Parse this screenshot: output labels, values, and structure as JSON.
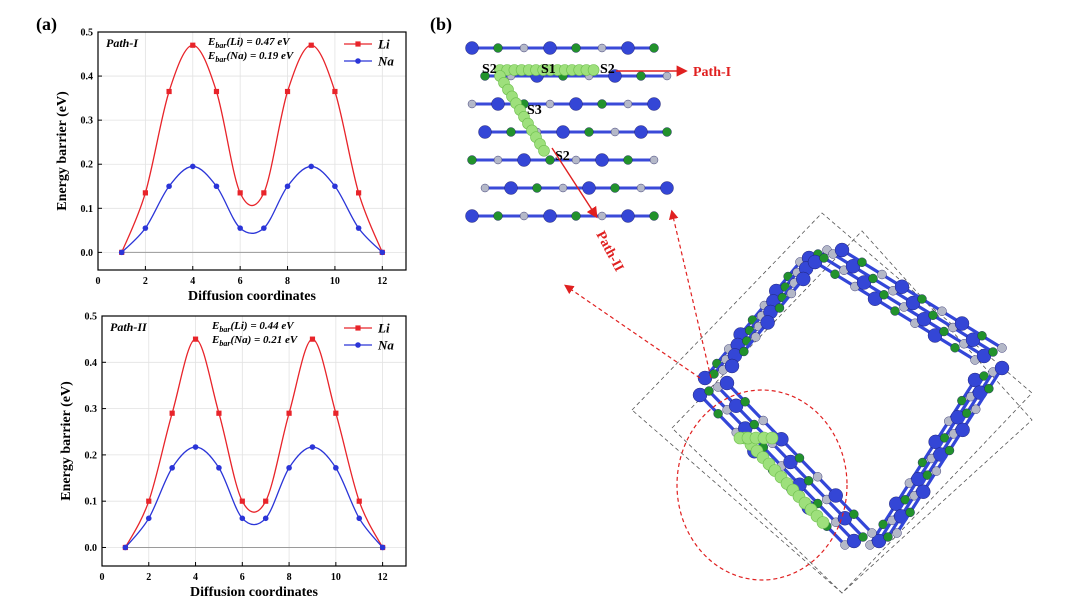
{
  "panels": {
    "a_label": "(a)",
    "b_label": "(b)"
  },
  "colors": {
    "li": "#e8242a",
    "na": "#2b35d8",
    "arrow": "#e02020",
    "b_atom": "#3446d6",
    "n_atom": "#22922c",
    "c_atom": "#b4b8c8",
    "ion": "#9ee07c"
  },
  "chart_data": [
    {
      "type": "line",
      "tag": "Path-I",
      "annotation_li": "E_bar(Li) = 0.47 eV",
      "annotation_na": "E_bar(Na) = 0.19 eV",
      "xlabel": "Diffusion coordinates",
      "ylabel": "Energy barrier (eV)",
      "xlim": [
        0,
        13
      ],
      "ylim": [
        -0.04,
        0.5
      ],
      "xticks": [
        0,
        2,
        4,
        6,
        8,
        10,
        12
      ],
      "yticks": [
        0.0,
        0.1,
        0.2,
        0.3,
        0.4,
        0.5
      ],
      "grid": true,
      "legend": "top-right",
      "x": [
        1,
        2,
        3,
        4,
        5,
        6,
        7,
        8,
        9,
        10,
        11,
        12
      ],
      "series": [
        {
          "name": "Li",
          "values": [
            0.0,
            0.135,
            0.365,
            0.47,
            0.365,
            0.135,
            0.135,
            0.365,
            0.47,
            0.365,
            0.135,
            0.0
          ]
        },
        {
          "name": "Na",
          "values": [
            0.0,
            0.055,
            0.15,
            0.195,
            0.15,
            0.055,
            0.055,
            0.15,
            0.195,
            0.15,
            0.055,
            0.0
          ]
        }
      ]
    },
    {
      "type": "line",
      "tag": "Path-II",
      "annotation_li": "E_bar(Li) = 0.44 eV",
      "annotation_na": "E_bar(Na) = 0.21 eV",
      "xlabel": "Diffusion coordinates",
      "ylabel": "Energy barrier (eV)",
      "xlim": [
        0,
        13
      ],
      "ylim": [
        -0.04,
        0.5
      ],
      "xticks": [
        0,
        2,
        4,
        6,
        8,
        10,
        12
      ],
      "yticks": [
        0.0,
        0.1,
        0.2,
        0.3,
        0.4,
        0.5
      ],
      "grid": true,
      "legend": "top-right",
      "x": [
        1,
        2,
        3,
        4,
        5,
        6,
        7,
        8,
        9,
        10,
        11,
        12
      ],
      "series": [
        {
          "name": "Li",
          "values": [
            0.0,
            0.1,
            0.29,
            0.45,
            0.29,
            0.1,
            0.1,
            0.29,
            0.45,
            0.29,
            0.1,
            0.0
          ]
        },
        {
          "name": "Na",
          "values": [
            0.0,
            0.063,
            0.172,
            0.217,
            0.172,
            0.063,
            0.063,
            0.172,
            0.217,
            0.172,
            0.063,
            0.0
          ]
        }
      ]
    }
  ],
  "structure": {
    "site_s1": "S1",
    "site_s2_left": "S2",
    "site_s2_right": "S2",
    "site_s2_bottom": "S2",
    "site_s3": "S3",
    "path_i_label": "Path-I",
    "path_ii_label": "Path-II"
  }
}
